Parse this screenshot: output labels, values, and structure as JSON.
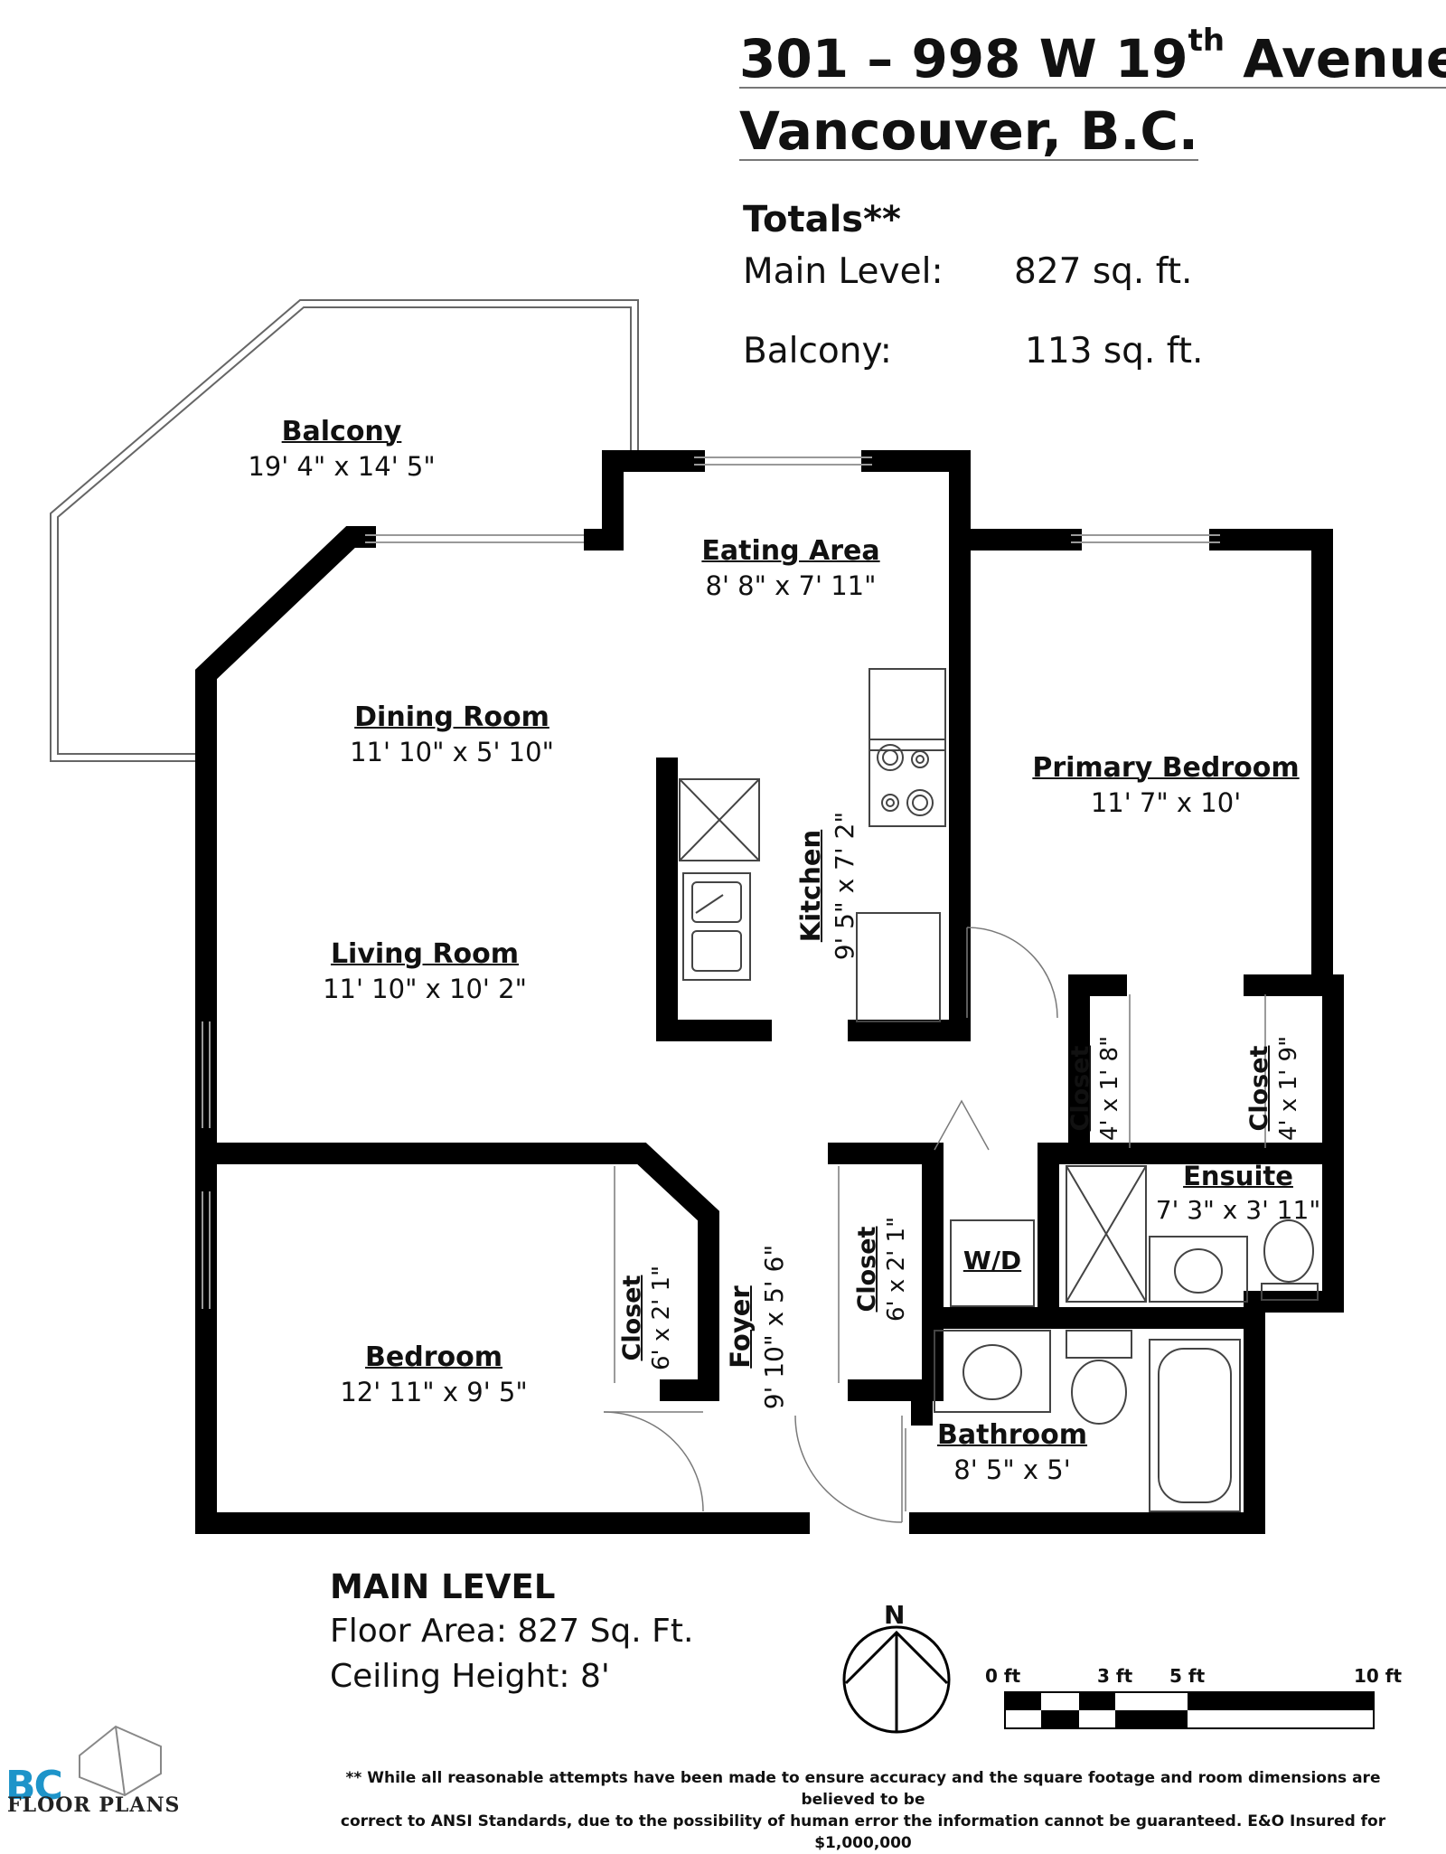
{
  "address": {
    "line1_pre": "301 – 998 W 19",
    "line1_sup": "th",
    "line1_post": " Avenue,",
    "line2": "Vancouver, B.C."
  },
  "totals": {
    "heading": "Totals**",
    "main_label": "Main Level:",
    "main_value": "827 sq. ft.",
    "balcony_label": "Balcony:",
    "balcony_value": "113 sq. ft."
  },
  "rooms": {
    "balcony": {
      "name": "Balcony",
      "dims": "19' 4\" x 14' 5\""
    },
    "eating_area": {
      "name": "Eating Area",
      "dims": "8' 8\" x 7' 11\""
    },
    "dining_room": {
      "name": "Dining Room",
      "dims": "11' 10\" x 5' 10\""
    },
    "living_room": {
      "name": "Living Room",
      "dims": "11' 10\" x 10' 2\""
    },
    "kitchen": {
      "name": "Kitchen",
      "dims": "9' 5\" x 7' 2\""
    },
    "primary_bedroom": {
      "name": "Primary Bedroom",
      "dims": "11' 7\" x 10'"
    },
    "closet_a": {
      "name": "Closet",
      "dims": "4' x 1' 8\""
    },
    "closet_b": {
      "name": "Closet",
      "dims": "4' x 1' 9\""
    },
    "ensuite": {
      "name": "Ensuite",
      "dims": "7' 3\" x 3' 11\""
    },
    "wd": {
      "name": "W/D"
    },
    "closet_c": {
      "name": "Closet",
      "dims": "6' x 2' 1\""
    },
    "closet_d": {
      "name": "Closet",
      "dims": "6' x 2' 1\""
    },
    "foyer": {
      "name": "Foyer",
      "dims": "9' 10\" x 5' 6\""
    },
    "bedroom": {
      "name": "Bedroom",
      "dims": "12' 11\" x 9' 5\""
    },
    "bathroom": {
      "name": "Bathroom",
      "dims": "8' 5\" x 5'"
    }
  },
  "level": {
    "heading": "MAIN LEVEL",
    "floor_area": "Floor Area: 827 Sq. Ft.",
    "ceiling": "Ceiling Height: 8'"
  },
  "compass": {
    "label": "N"
  },
  "scale": {
    "ticks": [
      "0 ft",
      "3 ft",
      "5 ft",
      "10 ft"
    ]
  },
  "disclaimer": {
    "line1": "** While all reasonable attempts have been made to ensure accuracy and the square footage and room dimensions are believed to be",
    "line2": "correct to ANSI Standards, due to the possibility of human error the information cannot be guaranteed. E&O Insured for $1,000,000"
  },
  "logo": {
    "mark": "BC",
    "name": "FLOOR PLANS"
  },
  "colors": {
    "wall": "#000000",
    "fixture": "#444444",
    "logo_blue": "#1e94c9"
  }
}
